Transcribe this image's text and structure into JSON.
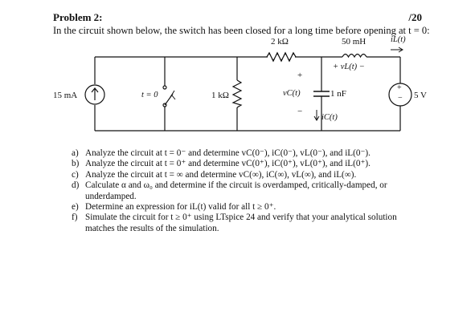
{
  "problem": {
    "title": "Problem 2:",
    "points": "/20",
    "intro": "In the circuit shown below, the switch has been closed for a long time before opening at t = 0:"
  },
  "circuit": {
    "current_source": "15 mA",
    "switch_label": "t = 0",
    "resistor_1k": "1 kΩ",
    "resistor_2k": "2 kΩ",
    "inductor": "50 mH",
    "inductor_current": "iL(t)",
    "inductor_voltage": "+  vL(t)  −",
    "cap_voltage": "vC(t)",
    "cap_plus": "+",
    "cap_minus": "−",
    "capacitor": "1 nF",
    "cap_current": "iC(t)",
    "voltage_source": "5 V",
    "vs_plus": "+",
    "vs_minus": "−"
  },
  "questions": [
    {
      "marker": "a)",
      "text": "Analyze the circuit at t = 0⁻ and determine vC(0⁻), iC(0⁻), vL(0⁻), and iL(0⁻)."
    },
    {
      "marker": "b)",
      "text": "Analyze the circuit at t = 0⁺ and determine vC(0⁺), iC(0⁺), vL(0⁺), and iL(0⁺)."
    },
    {
      "marker": "c)",
      "text": "Analyze the circuit at t = ∞ and determine vC(∞), iC(∞), vL(∞), and iL(∞)."
    },
    {
      "marker": "d)",
      "text": "Calculate α and ω₀ and determine if the circuit is overdamped, critically-damped, or",
      "cont": "underdamped."
    },
    {
      "marker": "e)",
      "text": "Determine an expression for iL(t) valid for all t ≥ 0⁺."
    },
    {
      "marker": "f)",
      "text": "Simulate the circuit for t ≥ 0⁺ using LTspice 24 and verify that your analytical solution",
      "cont": "matches the results of the simulation."
    }
  ]
}
